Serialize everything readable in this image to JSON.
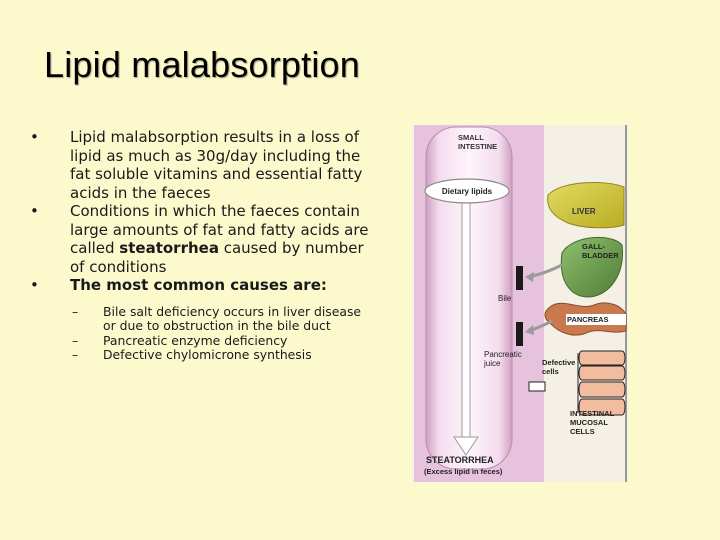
{
  "slide": {
    "title": "Lipid malabsorption",
    "bullets": [
      {
        "text": "Lipid malabsorption results in a loss of lipid as much as 30g/day including the fat soluble vitamins and essential fatty acids in the faeces"
      },
      {
        "text_before": "Conditions in which the faeces contain large amounts of fat and fatty acids are called ",
        "emphasis": "steatorrhea",
        "text_after": " caused by number of conditions"
      },
      {
        "text": "The most common causes are:"
      }
    ],
    "sub_bullets": [
      "Bile salt deficiency occurs in liver disease or due to obstruction in the bile duct",
      "Pancreatic enzyme deficiency",
      "Defective chylomicrone synthesis"
    ]
  },
  "figure": {
    "small_intestine": "SMALL\nINTESTINE",
    "dietary_lipids": "Dietary lipids",
    "liver": "LIVER",
    "gallbladder": "GALL-\nBLADDER",
    "bile": "Bile",
    "pancreas": "PANCREAS",
    "pancreatic_juice": "Pancreatic\njuice",
    "defective_cells": "Defective\ncells",
    "intestinal_mucosal_cells": "INTESTINAL\nMUCOSAL\nCELLS",
    "steatorrhea": "STEATORRHEA",
    "excess_lipid": "(Excess lipid in feces)"
  },
  "colors": {
    "background": "#fcf9cd",
    "intestine_wall": "#e7c2dc",
    "lumen": "#f0ddeb",
    "liver": "#d2c83a",
    "gallbladder": "#6f9e4f",
    "pancreas": "#c9794c",
    "mucosal_cells": "#f2bd9f"
  }
}
